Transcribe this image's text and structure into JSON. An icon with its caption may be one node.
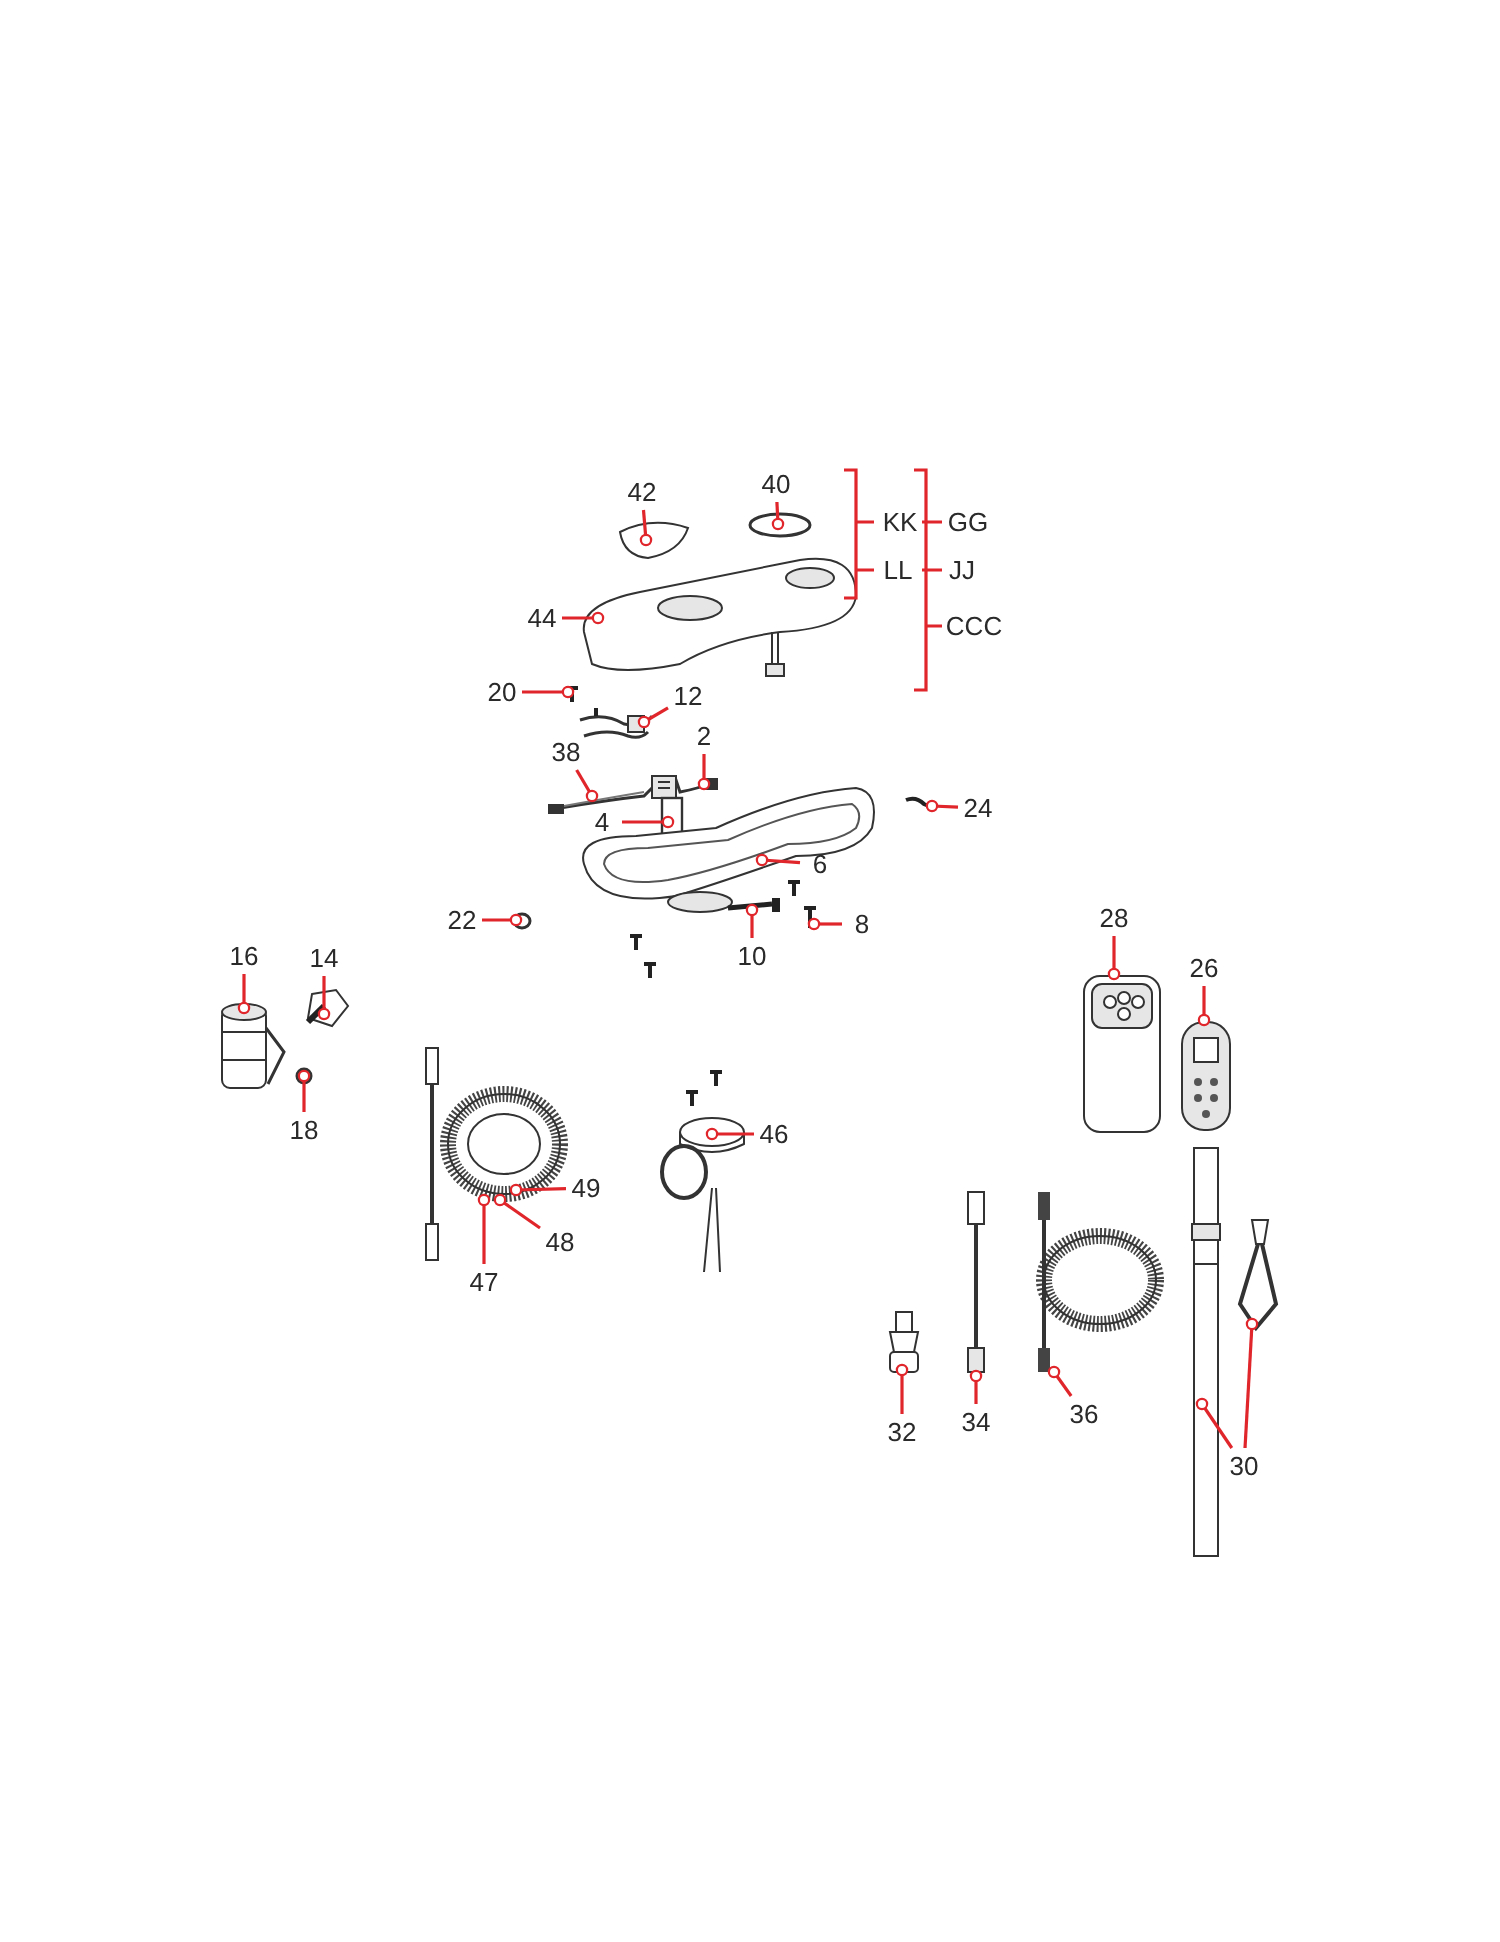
{
  "diagram": {
    "nodes": [
      {
        "text": [
          "42"
        ]
      },
      {
        "text": [],
        "shape": "picture"
      },
      {
        "text": [
          "40"
        ]
      },
      {
        "text": [],
        "shape": "circle"
      },
      {
        "text": [
          "44"
        ]
      },
      {
        "text": [],
        "shape": "picture"
      },
      {
        "text": [
          "20"
        ]
      },
      {
        "text": [],
        "shape": "picture"
      },
      {
        "text": [
          "12"
        ]
      },
      {
        "text": [],
        "shape": "picture"
      },
      {
        "text": [
          "2"
        ]
      },
      {
        "text": [],
        "shape": "picture"
      },
      {
        "text": [
          "38"
        ]
      },
      {
        "text": [
          "24"
        ]
      },
      {
        "text": [],
        "shape": "picture"
      },
      {
        "text": [
          "4"
        ]
      },
      {
        "text": [],
        "shape": "bar"
      },
      {
        "text": [
          "6"
        ]
      },
      {
        "text": [],
        "shape": "picture"
      },
      {
        "text": [
          "22"
        ]
      },
      {
        "text": [],
        "shape": "circle"
      },
      {
        "text": [
          "8"
        ]
      },
      {
        "text": [],
        "shape": "picture"
      },
      {
        "text": [
          "10"
        ]
      },
      {
        "text": [],
        "shape": "picture"
      },
      {
        "text": [
          "28"
        ]
      },
      {
        "text": [],
        "shape": "picture"
      },
      {
        "text": [
          "16"
        ]
      },
      {
        "text": [],
        "shape": "picture"
      },
      {
        "text": [
          "14"
        ]
      },
      {
        "text": [],
        "shape": "picture"
      },
      {
        "text": [
          "26"
        ]
      },
      {
        "text": [],
        "shape": "picture"
      },
      {
        "text": [
          "18"
        ]
      },
      {
        "text": [],
        "shape": "picture"
      },
      {
        "text": [
          "46"
        ]
      },
      {
        "text": [],
        "shape": "picture"
      },
      {
        "text": [],
        "shape": "picture"
      },
      {
        "text": [
          "49"
        ]
      },
      {
        "text": [
          "48"
        ]
      },
      {
        "text": [
          "47"
        ]
      },
      {
        "text": [],
        "shape": "picture"
      },
      {
        "text": [],
        "shape": "picture"
      },
      {
        "text": [],
        "shape": "picture"
      },
      {
        "text": [],
        "shape": "picture"
      },
      {
        "text": [],
        "shape": "picture"
      },
      {
        "text": [
          "32"
        ]
      },
      {
        "text": [
          "34"
        ]
      },
      {
        "text": [
          "36"
        ]
      },
      {
        "text": [
          "30"
        ]
      }
    ],
    "edges": [
      {
        "from": 0,
        "to": 1,
        "arrow": "other"
      },
      {
        "from": 2,
        "to": 3,
        "arrow": "other"
      },
      {
        "from": 4,
        "to": 5,
        "arrow": "other"
      },
      {
        "from": 6,
        "to": 7,
        "arrow": "other"
      },
      {
        "from": 8,
        "to": 9,
        "arrow": "other"
      },
      {
        "from": 10,
        "to": 11,
        "arrow": "other"
      },
      {
        "from": 12,
        "to": 11,
        "arrow": "other"
      },
      {
        "from": 13,
        "to": 14,
        "arrow": "other"
      },
      {
        "from": 15,
        "to": 16,
        "arrow": "other"
      },
      {
        "from": 17,
        "to": 18,
        "arrow": "other"
      },
      {
        "from": 19,
        "to": 20,
        "arrow": "other"
      },
      {
        "from": 21,
        "to": 22,
        "arrow": "other"
      },
      {
        "from": 23,
        "to": 24,
        "arrow": "other"
      },
      {
        "from": 25,
        "to": 26,
        "arrow": "other"
      },
      {
        "from": 27,
        "to": 28,
        "arrow": "other"
      },
      {
        "from": 29,
        "to": 30,
        "arrow": "other"
      },
      {
        "from": 31,
        "to": 32,
        "arrow": "other"
      },
      {
        "from": 33,
        "to": 34,
        "arrow": "other"
      },
      {
        "from": 35,
        "to": 36,
        "arrow": "other"
      },
      {
        "from": 38,
        "to": 37,
        "arrow": "other"
      },
      {
        "from": 39,
        "to": 37,
        "arrow": "other"
      },
      {
        "from": 40,
        "to": 37,
        "arrow": "other"
      },
      {
        "from": 46,
        "to": 41,
        "arrow": "other"
      },
      {
        "from": 47,
        "to": 42,
        "arrow": "other"
      },
      {
        "from": 48,
        "to": 43,
        "arrow": "other"
      },
      {
        "from": 49,
        "to": 44,
        "arrow": "other"
      },
      {
        "from": 49,
        "to": 45,
        "arrow": "other"
      }
    ],
    "labels": [
      "KK",
      "GG",
      "LL",
      "JJ",
      "CCC"
    ]
  }
}
